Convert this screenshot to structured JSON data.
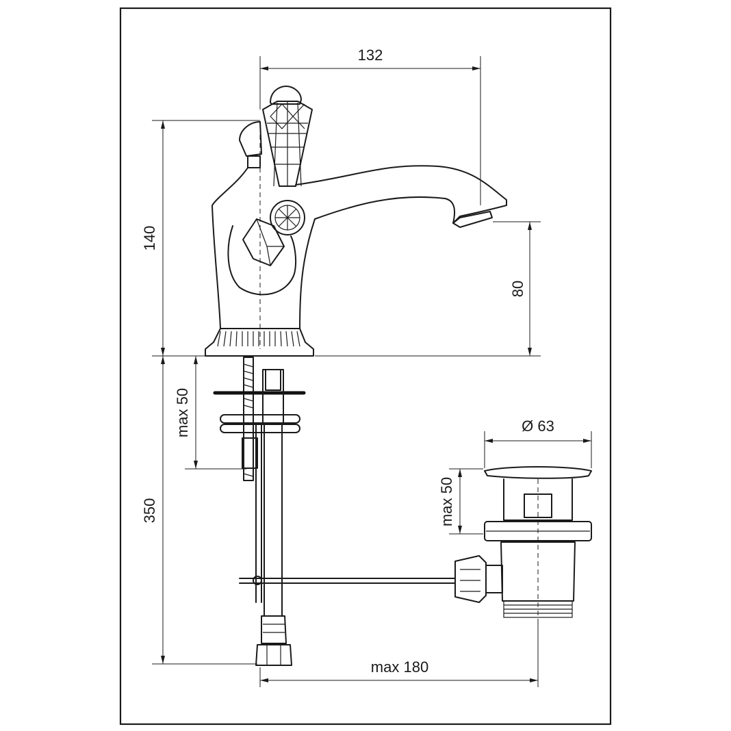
{
  "dimensions": {
    "spout_reach": "132",
    "body_height": "140",
    "spout_height": "80",
    "deck_thickness": "max 50",
    "hose_length": "350",
    "drain_diameter": "Ø 63",
    "drain_thickness": "max 50",
    "rod_length": "max 180"
  },
  "colors": {
    "line": "#1a1a1a",
    "background": "#ffffff"
  }
}
